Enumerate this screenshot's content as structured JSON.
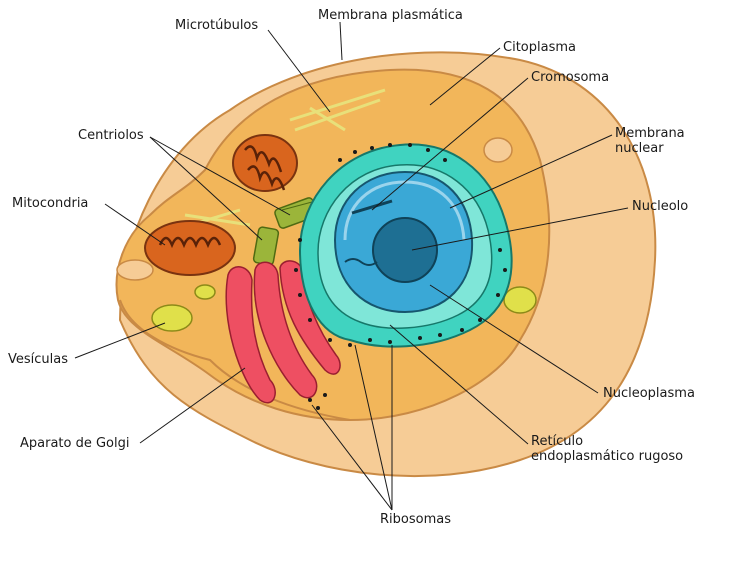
{
  "diagram": {
    "labels": {
      "microtubulos": "Microtúbulos",
      "membrana_plasmatica": "Membrana plasmática",
      "citoplasma": "Citoplasma",
      "cromosoma": "Cromosoma",
      "membrana_nuclear": "Membrana\nnuclear",
      "centriolos": "Centriolos",
      "mitocondria": "Mitocondria",
      "nucleolo": "Nucleolo",
      "vesiculas": "Vesículas",
      "nucleoplasma": "Nucleoplasma",
      "aparato_golgi": "Aparato de Golgi",
      "reticulo": "Retículo\nendoplasmático rugoso",
      "ribosomas": "Ribosomas"
    },
    "colors": {
      "cytoplasm": "#f2b65a",
      "cell_side": "#f6cc96",
      "membrane_edge": "#c98a45",
      "golgi": "#ee4f62",
      "er": "#40d3c0",
      "nucleus": "#3aa8d6",
      "nucleolus": "#1e6f93",
      "mitochondria": "#d9651e",
      "vesicle": "#e0e04a",
      "centriole": "#9bb53a"
    }
  }
}
